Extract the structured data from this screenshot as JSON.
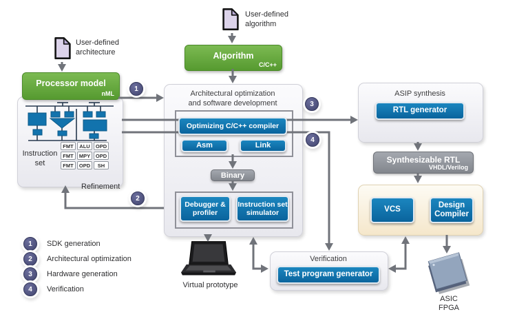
{
  "architecture_doc": {
    "line1": "User-defined",
    "line2": "architecture"
  },
  "algorithm_doc": {
    "line1": "User-defined",
    "line2": "algorithm"
  },
  "processor_model": {
    "title": "Processor model",
    "lang": "nML"
  },
  "algorithm_box": {
    "title": "Algorithm",
    "lang": "C/C++"
  },
  "instruction_set": {
    "line1": "Instruction",
    "line2": "set",
    "table": [
      [
        "FMT",
        "ALU",
        "OPD"
      ],
      [
        "FMT",
        "MPY",
        "OPD"
      ],
      [
        "FMT",
        "OPD",
        "SH"
      ]
    ]
  },
  "center_panel": {
    "title1": "Architectural optimization",
    "title2": "and software development",
    "compiler": "Optimizing C/C++ compiler",
    "asm": "Asm",
    "link": "Link",
    "binary": "Binary",
    "debugger": "Debugger & profiler",
    "simulator": "Instruction set simulator"
  },
  "asip_panel": {
    "title": "ASIP synthesis",
    "rtl_generator": "RTL generator"
  },
  "synthesizable_rtl": {
    "title": "Synthesizable RTL",
    "lang": "VHDL/Verilog"
  },
  "eda_panel": {
    "vcs": "VCS",
    "design_compiler": "Design Compiler"
  },
  "verification_panel": {
    "title": "Verification",
    "button": "Test program generator"
  },
  "labels": {
    "refinement": "Refinement",
    "virtual_prototype": "Virtual prototype",
    "asic": "ASIC",
    "fpga": "FPGA"
  },
  "steps": {
    "s1": "1",
    "s2": "2",
    "s3": "3",
    "s4": "4"
  },
  "legend": [
    {
      "num": "1",
      "label": "SDK generation"
    },
    {
      "num": "2",
      "label": "Architectural optimization"
    },
    {
      "num": "3",
      "label": "Hardware generation"
    },
    {
      "num": "4",
      "label": "Verification"
    }
  ],
  "colors": {
    "green": "#61a33c",
    "blue": "#0b6da8",
    "cream": "#f5e7cb",
    "gray_box": "#8b8e95",
    "arrow": "#70737a",
    "step_circle": "#4d5080"
  }
}
